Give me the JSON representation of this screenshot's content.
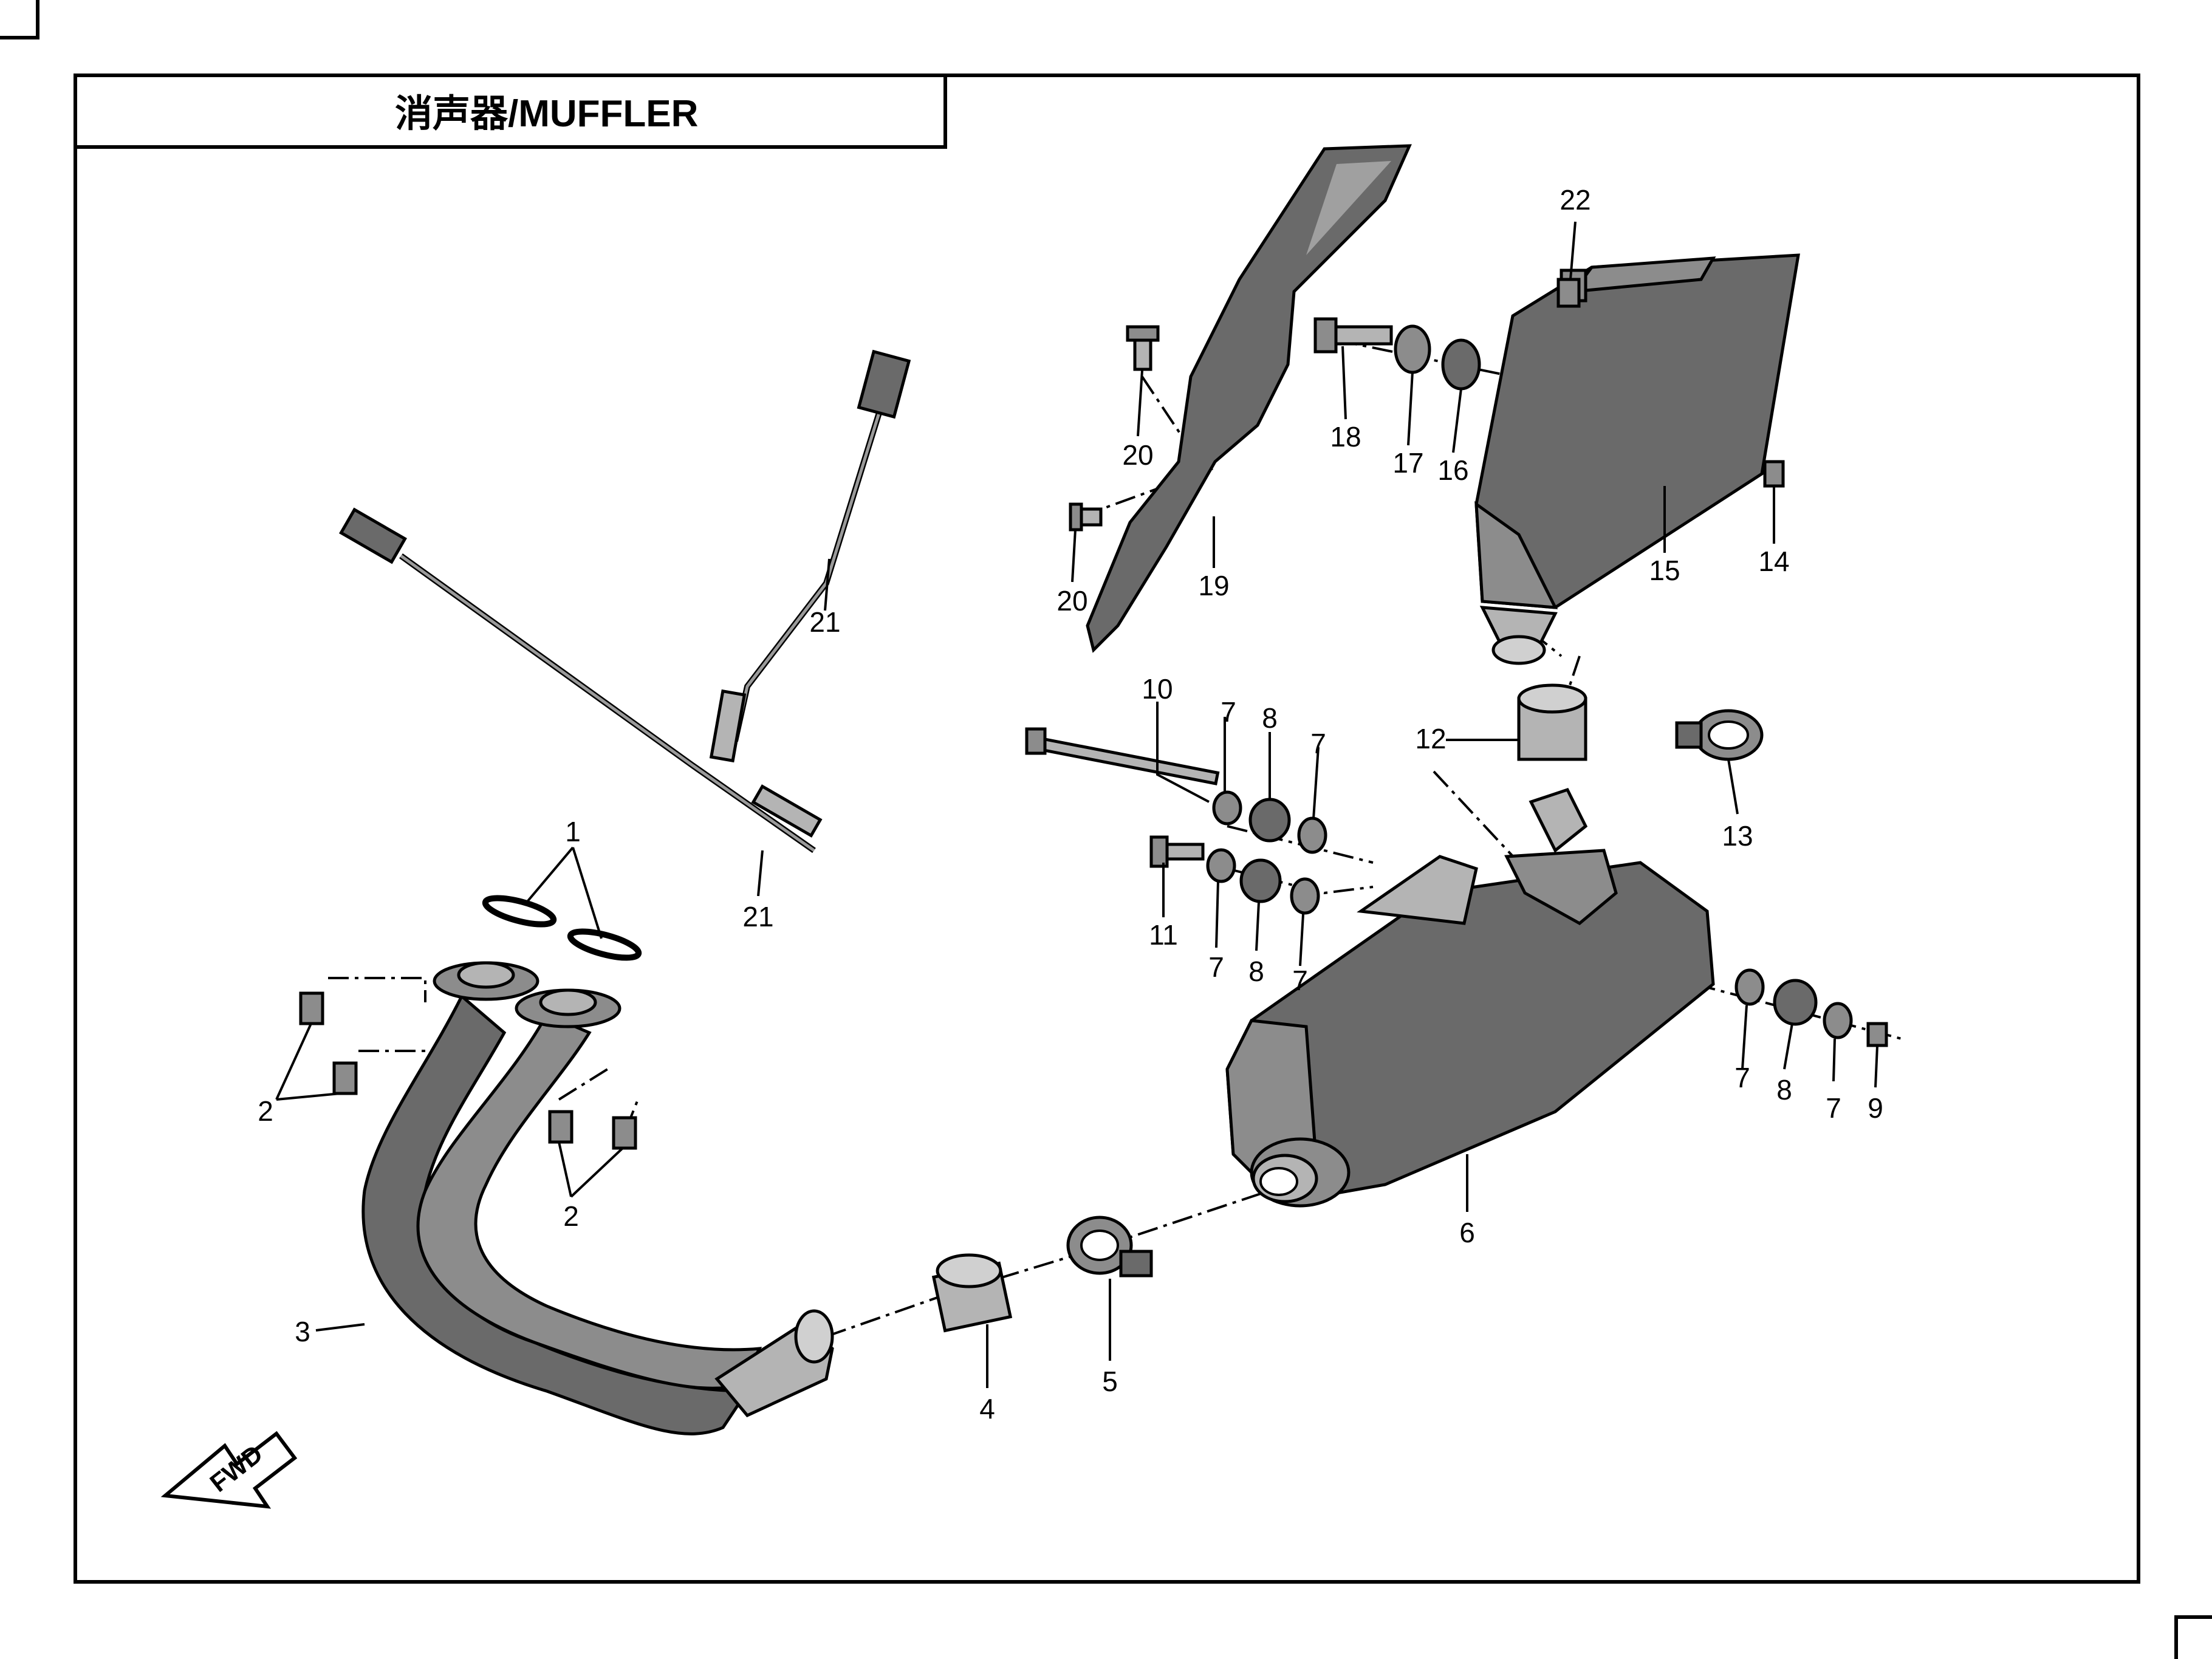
{
  "title": "消声器/MUFFLER",
  "fwd_label": "FWD",
  "callouts": [
    {
      "id": "c1",
      "text": "1"
    },
    {
      "id": "c2a",
      "text": "2"
    },
    {
      "id": "c2b",
      "text": "2"
    },
    {
      "id": "c3",
      "text": "3"
    },
    {
      "id": "c4",
      "text": "4"
    },
    {
      "id": "c5",
      "text": "5"
    },
    {
      "id": "c6",
      "text": "6"
    },
    {
      "id": "c7a",
      "text": "7"
    },
    {
      "id": "c7b",
      "text": "7"
    },
    {
      "id": "c7c",
      "text": "7"
    },
    {
      "id": "c7d",
      "text": "7"
    },
    {
      "id": "c7e",
      "text": "7"
    },
    {
      "id": "c7f",
      "text": "7"
    },
    {
      "id": "c8a",
      "text": "8"
    },
    {
      "id": "c8b",
      "text": "8"
    },
    {
      "id": "c8c",
      "text": "8"
    },
    {
      "id": "c9",
      "text": "9"
    },
    {
      "id": "c10",
      "text": "10"
    },
    {
      "id": "c11",
      "text": "11"
    },
    {
      "id": "c12",
      "text": "12"
    },
    {
      "id": "c13",
      "text": "13"
    },
    {
      "id": "c14",
      "text": "14"
    },
    {
      "id": "c15",
      "text": "15"
    },
    {
      "id": "c16",
      "text": "16"
    },
    {
      "id": "c17",
      "text": "17"
    },
    {
      "id": "c18",
      "text": "18"
    },
    {
      "id": "c19",
      "text": "19"
    },
    {
      "id": "c20a",
      "text": "20"
    },
    {
      "id": "c20b",
      "text": "20"
    },
    {
      "id": "c21a",
      "text": "21"
    },
    {
      "id": "c21b",
      "text": "21"
    },
    {
      "id": "c22",
      "text": "22"
    }
  ]
}
